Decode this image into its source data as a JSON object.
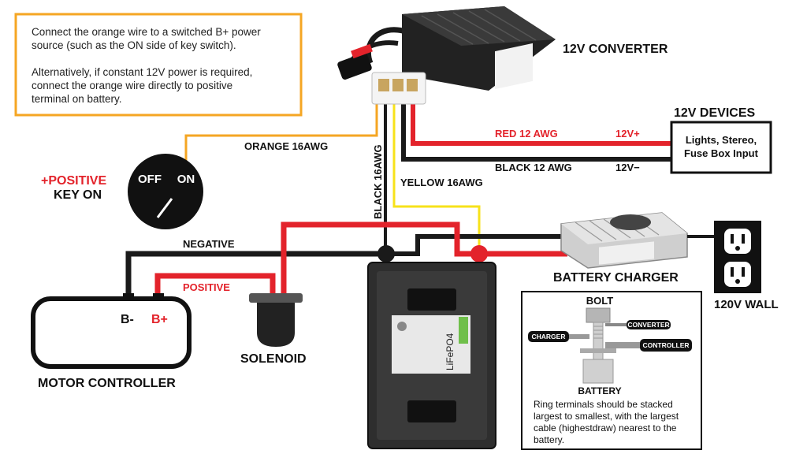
{
  "note": {
    "line1": "Connect the orange wire to a switched B+ power",
    "line2": "source (such as the ON side of key switch).",
    "line3": "Alternatively, if constant 12V power is required,",
    "line4": "connect the orange wire directly to positive",
    "line5": "terminal on battery."
  },
  "converter": {
    "title": "12V CONVERTER"
  },
  "devices": {
    "title": "12V DEVICES",
    "box_line1": "Lights, Stereo,",
    "box_line2": "Fuse Box Input"
  },
  "wires": {
    "red": "RED 12 AWG",
    "black": "BLACK 12 AWG",
    "pos": "12V+",
    "neg": "12V−",
    "orange": "ORANGE 16AWG",
    "black_vertical": "BLACK 16AWG",
    "yellow": "YELLOW 16AWG",
    "negative": "NEGATIVE",
    "positive": "POSITIVE"
  },
  "key_switch": {
    "label_line1": "+POSITIVE",
    "label_line2": "KEY ON",
    "off": "OFF",
    "on": "ON"
  },
  "motor_controller": {
    "title": "MOTOR CONTROLLER",
    "bminus": "B-",
    "bplus": "B+"
  },
  "solenoid": {
    "title": "SOLENOID"
  },
  "battery_charger": {
    "title": "BATTERY CHARGER"
  },
  "wall": {
    "title": "120V WALL"
  },
  "battery": {
    "brand": "LiFePO4"
  },
  "bolt_detail": {
    "title": "BOLT",
    "converter": "CONVERTER",
    "charger": "CHARGER",
    "controller": "CONTROLLER",
    "battery": "BATTERY",
    "note_line1": "Ring terminals should be stacked",
    "note_line2": "largest to smallest, with the largest",
    "note_line3": "cable (highestdraw) nearest to the",
    "note_line4": "battery."
  },
  "colors": {
    "red_wire": "#e3232b",
    "black_wire": "#1a1a1a",
    "orange_wire": "#f5a623",
    "yellow_wire": "#f7e21a",
    "note_border": "#f5a623",
    "positive_text": "#e3232b"
  }
}
